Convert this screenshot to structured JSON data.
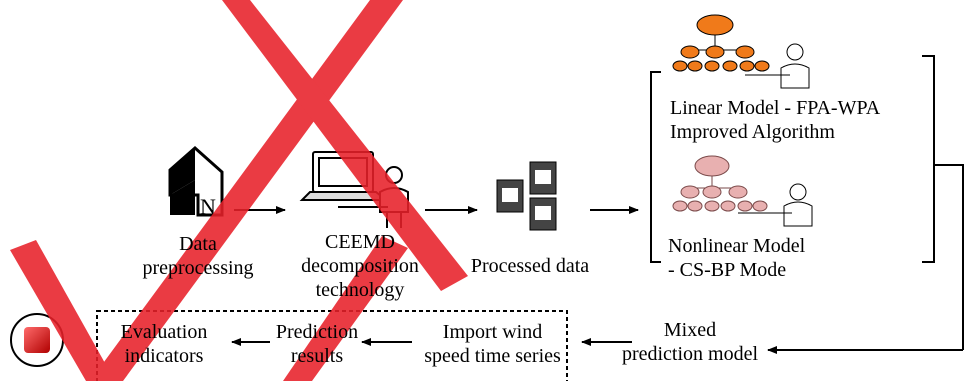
{
  "nodes": {
    "data_preprocessing": {
      "lines": [
        "Data",
        "preprocessing"
      ]
    },
    "ceemd": {
      "lines": [
        "CEEMD",
        "decomposition",
        "technology"
      ]
    },
    "processed": {
      "lines": [
        "Processed data"
      ]
    },
    "linear_model": {
      "lines": [
        "Linear Model - FPA-WPA",
        "Improved Algorithm"
      ]
    },
    "nonlinear_model": {
      "lines": [
        "Nonlinear Model",
        "- CS-BP Mode"
      ]
    },
    "mixed_model": {
      "lines": [
        "Mixed",
        "prediction model"
      ]
    },
    "import_wind": {
      "lines": [
        "Import wind",
        "speed time series"
      ]
    },
    "prediction_results": {
      "lines": [
        "Prediction",
        "results"
      ]
    },
    "evaluation": {
      "lines": [
        "Evaluation",
        "indicators"
      ]
    }
  },
  "icons": {
    "north": "N",
    "north_icon": "north-arrow-icon",
    "computer_icon": "computer-user-icon",
    "data_icon": "spreadsheet-files-icon",
    "linear_icon": "orange-org-chart-icon",
    "nonlinear_icon": "pink-org-chart-icon",
    "stop_icon": "red-stop-icon"
  },
  "colors": {
    "watermark": "#e8202a",
    "orange": "#f07a1a",
    "pink": "#e8b0b0",
    "stop_red": "#d81818"
  }
}
